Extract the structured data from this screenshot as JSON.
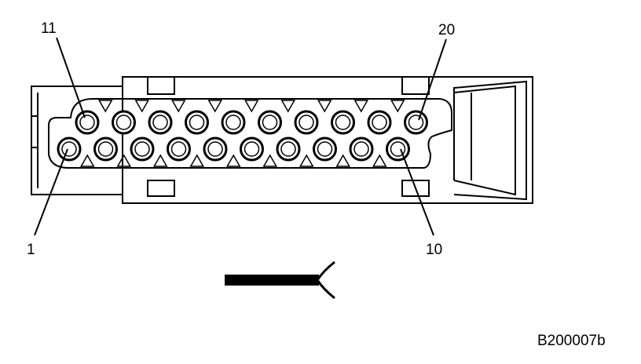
{
  "labels": {
    "pin_top_left": "11",
    "pin_top_right": "20",
    "pin_bottom_left": "1",
    "pin_bottom_right": "10"
  },
  "reference_code": "B200007b",
  "connector": {
    "pin_rows": 2,
    "pins_per_row": 10
  }
}
